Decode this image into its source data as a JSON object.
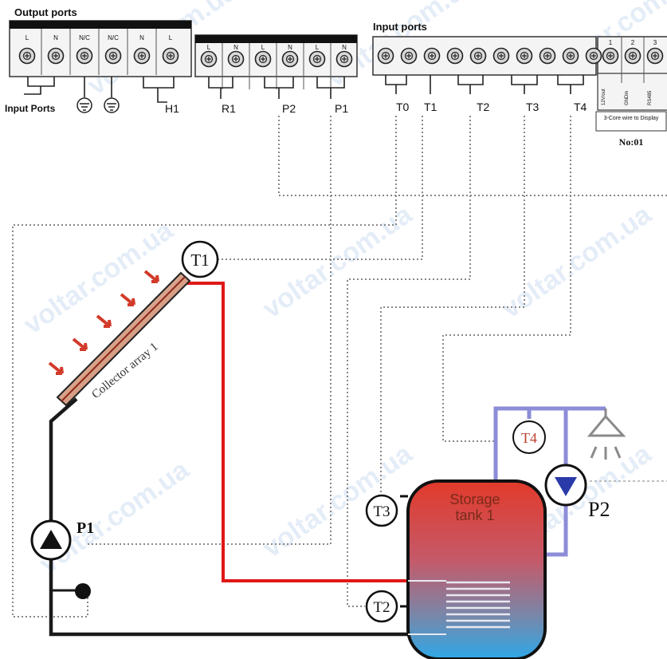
{
  "terminals": {
    "output_title": "Output ports",
    "input_title": "Input ports",
    "output_pins": [
      "L",
      "N",
      "N/C",
      "N/C",
      "N",
      "L"
    ],
    "relay_pins": [
      "L",
      "N",
      "L",
      "N",
      "L",
      "N"
    ],
    "input_pins": [
      "",
      "",
      "",
      "",
      "",
      "",
      "",
      "",
      "",
      ""
    ],
    "extra_pins": [
      "1",
      "2",
      "3"
    ],
    "extra_side_labels": [
      "12V/out",
      "GNDin",
      "RS485"
    ],
    "extra_note": "3-Core wire to Display",
    "extra_number": "No:01"
  },
  "port_labels": {
    "input_ports": "Input Ports",
    "h1": "H1",
    "r1": "R1",
    "p2": "P2",
    "p1": "P1",
    "t0": "T0",
    "t1": "T1",
    "t2": "T2",
    "t3": "T3",
    "t4": "T4"
  },
  "components": {
    "collector_label": "Collector array 1",
    "tank_label_line1": "Storage",
    "tank_label_line2": "tank 1",
    "sensor_t1": "T1",
    "sensor_t2": "T2",
    "sensor_t3": "T3",
    "sensor_t4": "T4",
    "pump_p1": "P1",
    "pump_p2": "P2"
  },
  "watermark": "voltar.com.ua",
  "colors": {
    "hot_pipe": "#e01818",
    "return_pipe": "#1a1a1a",
    "dhw_pipe": "#8c8cd8",
    "signal_wire": "#888888",
    "tank_top": "#e23a2a",
    "tank_bottom": "#2fa8e8",
    "pump_p2_triangle": "#2a3aa8",
    "sensor_t4_text": "#c04030"
  }
}
